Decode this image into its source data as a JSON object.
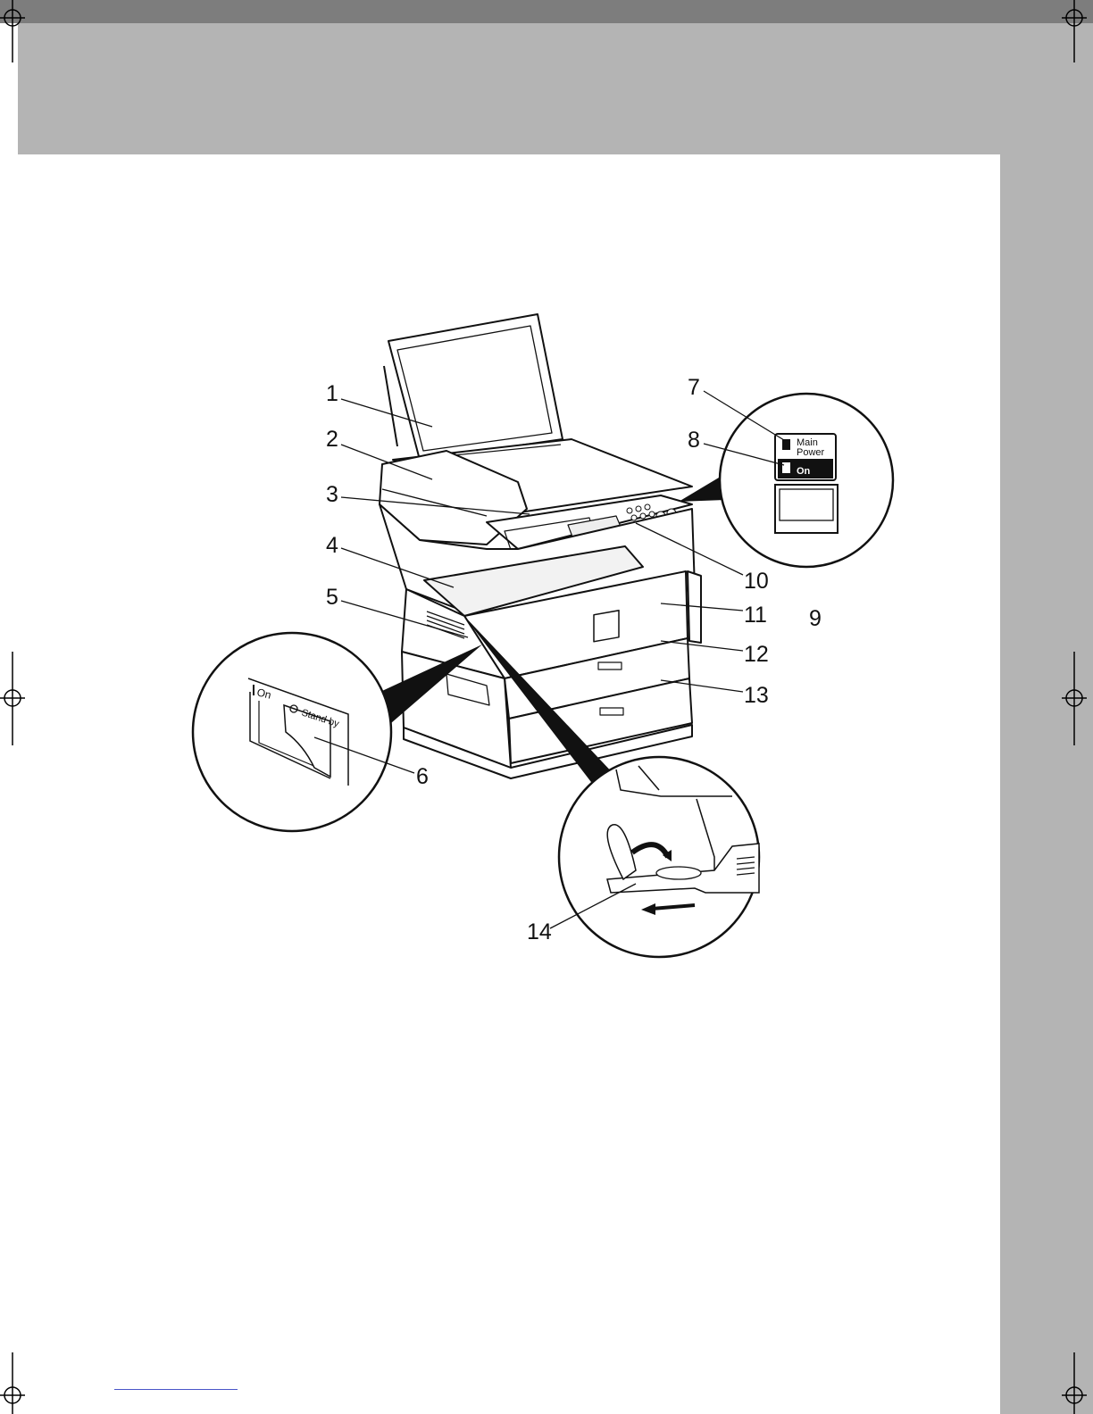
{
  "callouts": [
    {
      "id": "1",
      "text": "1"
    },
    {
      "id": "2",
      "text": "2"
    },
    {
      "id": "3",
      "text": "3"
    },
    {
      "id": "4",
      "text": "4"
    },
    {
      "id": "5",
      "text": "5"
    },
    {
      "id": "6",
      "text": "6"
    },
    {
      "id": "7",
      "text": "7"
    },
    {
      "id": "8",
      "text": "8"
    },
    {
      "id": "9",
      "text": "9"
    },
    {
      "id": "10",
      "text": "10"
    },
    {
      "id": "11",
      "text": "11"
    },
    {
      "id": "12",
      "text": "12"
    },
    {
      "id": "13",
      "text": "13"
    },
    {
      "id": "14",
      "text": "14"
    }
  ],
  "power_panel": {
    "main_power_line1": "Main",
    "main_power_line2": "Power",
    "on_label": "On"
  },
  "switch_panel": {
    "on_label": "On",
    "standby_label": "Stand by"
  },
  "colors": {
    "header_band": "#b4b4b4",
    "top_bar": "#7d7d7d",
    "footer_link_rule": "#4a55c8"
  }
}
